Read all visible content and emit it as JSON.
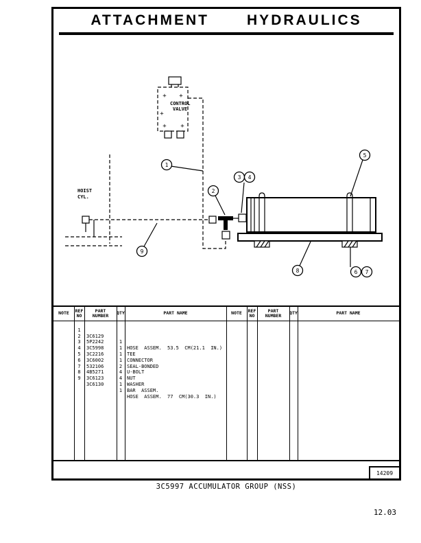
{
  "page": {
    "title_left": "ATTACHMENT",
    "title_right": "HYDRAULICS",
    "caption": "3C5997 ACCUMULATOR GROUP (NSS)",
    "form_number": "14209",
    "page_number": "12.03"
  },
  "diagram": {
    "control_valve_label_line1": "CONTROL",
    "control_valve_label_line2": "VALVE",
    "hoist_label_line1": "HOIST",
    "hoist_label_line2": "CYL.",
    "callouts": [
      "1",
      "2",
      "3",
      "4",
      "5",
      "6",
      "7",
      "8",
      "9"
    ]
  },
  "table": {
    "headers": {
      "note": "NOTE",
      "ref_line1": "REF",
      "ref_line2": "NO",
      "part_number_line1": "PART",
      "part_number_line2": "NUMBER",
      "qty": "QTY",
      "part_name": "PART NAME"
    },
    "rows": [
      {
        "note": "",
        "ref": "1",
        "part_number": "3C6129",
        "qty": "1",
        "part_name": "HOSE  ASSEM.  53.5  CM(21.1  IN.)"
      },
      {
        "note": "",
        "ref": "2",
        "part_number": "5P2242",
        "qty": "1",
        "part_name": "TEE"
      },
      {
        "note": "",
        "ref": "3",
        "part_number": "3C5998",
        "qty": "1",
        "part_name": "CONNECTOR"
      },
      {
        "note": "",
        "ref": "4",
        "part_number": "3C2216",
        "qty": "1",
        "part_name": "SEAL-BONDED"
      },
      {
        "note": "",
        "ref": "5",
        "part_number": "3C6002",
        "qty": "2",
        "part_name": "U-BOLT"
      },
      {
        "note": "",
        "ref": "6",
        "part_number": "532106",
        "qty": "4",
        "part_name": "NUT"
      },
      {
        "note": "",
        "ref": "7",
        "part_number": "4B5271",
        "qty": "4",
        "part_name": "WASHER"
      },
      {
        "note": "",
        "ref": "8",
        "part_number": "3C6123",
        "qty": "1",
        "part_name": "BAR  ASSEM."
      },
      {
        "note": "",
        "ref": "9",
        "part_number": "3C6130",
        "qty": "1",
        "part_name": "HOSE  ASSEM.  77  CM(30.3  IN.)"
      }
    ]
  }
}
